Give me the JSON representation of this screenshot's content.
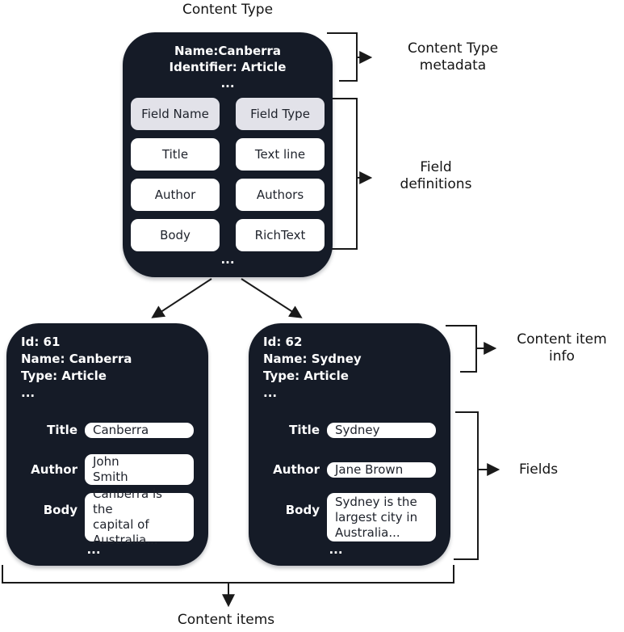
{
  "labels": {
    "diagram_title": "Content Type",
    "content_type_metadata": "Content Type\nmetadata",
    "field_definitions": "Field\ndefinitions",
    "content_item_info": "Content item\ninfo",
    "fields": "Fields",
    "content_items": "Content items"
  },
  "colors": {
    "box_background": "#151B27",
    "header_cell_background": "#E2E2E9",
    "cell_background": "#FFFFFF",
    "cell_text": "#1E222B",
    "light_text": "#FFFFFF",
    "connector_line": "#1A1A1A",
    "canvas_background": "#FFFFFF"
  },
  "content_type_box": {
    "meta_text": "Name:Canberra\nIdentifier: Article\n...",
    "table": {
      "headers": [
        "Field Name",
        "Field Type"
      ],
      "rows": [
        {
          "name": "Title",
          "type": "Text line"
        },
        {
          "name": "Author",
          "type": "Authors"
        },
        {
          "name": "Body",
          "type": "RichText"
        }
      ]
    },
    "more": "..."
  },
  "content_items": [
    {
      "meta_text": "Id: 61\nName: Canberra\nType: Article\n...",
      "fields": [
        {
          "label": "Title",
          "value": "Canberra"
        },
        {
          "label": "Author",
          "value": "John\nSmith"
        },
        {
          "label": "Body",
          "value": "Canberra is the\ncapital of\nAustralia..."
        }
      ],
      "more": "..."
    },
    {
      "meta_text": "Id: 62\nName: Sydney\nType: Article\n...",
      "fields": [
        {
          "label": "Title",
          "value": "Sydney"
        },
        {
          "label": "Author",
          "value": "Jane Brown"
        },
        {
          "label": "Body",
          "value": "Sydney is the\nlargest city in\nAustralia..."
        }
      ],
      "more": "..."
    }
  ]
}
